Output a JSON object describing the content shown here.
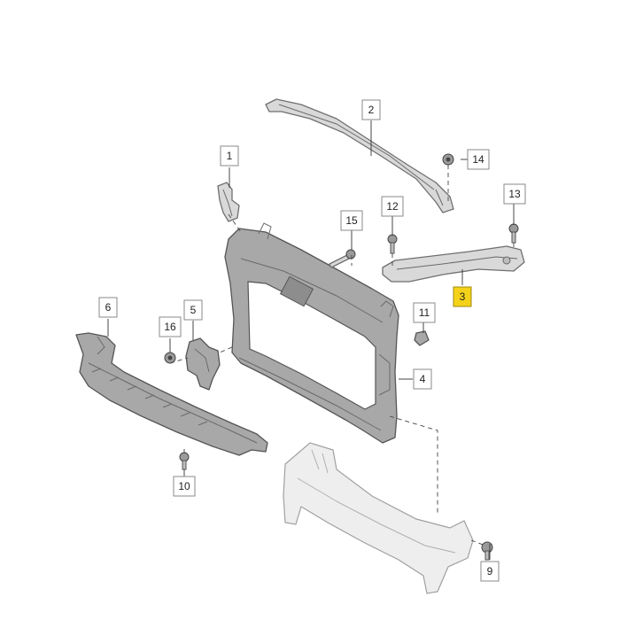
{
  "diagram": {
    "highlight_color": "#f5d21a",
    "callouts": [
      {
        "label": "1"
      },
      {
        "label": "2"
      },
      {
        "label": "3",
        "highlighted": true
      },
      {
        "label": "4"
      },
      {
        "label": "5"
      },
      {
        "label": "6"
      },
      {
        "label": "9"
      },
      {
        "label": "10"
      },
      {
        "label": "11"
      },
      {
        "label": "12"
      },
      {
        "label": "13"
      },
      {
        "label": "14"
      },
      {
        "label": "15"
      },
      {
        "label": "16"
      }
    ]
  }
}
